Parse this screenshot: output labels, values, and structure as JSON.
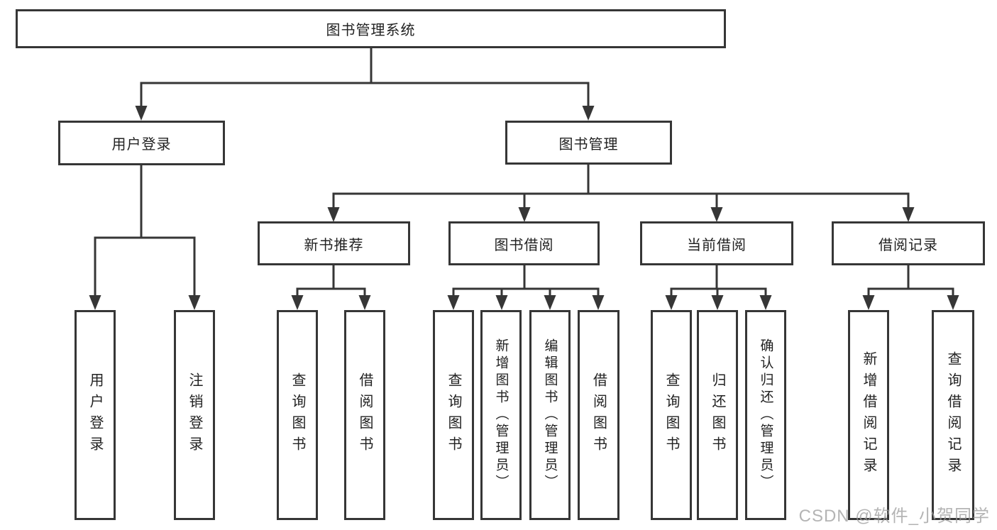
{
  "diagram": {
    "root": "图书管理系统",
    "level2": {
      "user_login": "用户登录",
      "book_mgmt": "图书管理"
    },
    "level3": {
      "new_book_rec": "新书推荐",
      "book_borrow": "图书借阅",
      "current_borrow": "当前借阅",
      "borrow_record": "借阅记录"
    },
    "leaves": {
      "user_login": {
        "login": "用户登录",
        "logout": "注销登录"
      },
      "new_book_rec": {
        "query": "查询图书",
        "borrow": "借阅图书"
      },
      "book_borrow": {
        "query": "查询图书",
        "add": "新增图书（管理员）",
        "edit": "编辑图书（管理员）",
        "borrow": "借阅图书"
      },
      "current_borrow": {
        "query": "查询图书",
        "return": "归还图书",
        "confirm": "确认归还（管理员）"
      },
      "borrow_record": {
        "add": "新增借阅记录",
        "query": "查询借阅记录"
      }
    }
  },
  "watermark": "CSDN @软件_小贺同学",
  "colors": {
    "line": "#363636",
    "box_border": "#363636",
    "text": "#222222",
    "background": "#ffffff",
    "watermark": "#9b9b9b"
  }
}
